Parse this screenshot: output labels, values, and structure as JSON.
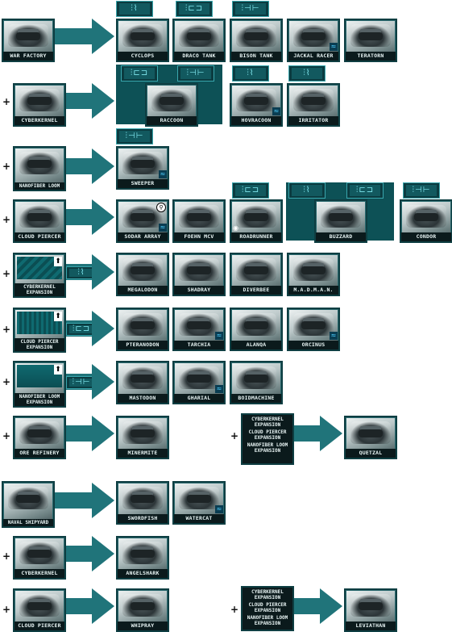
{
  "rows": [
    {
      "source": "WAR FACTORY",
      "units": [
        "CYCLOPS",
        "DRACO TANK",
        "BISON TANK",
        "JACKAL RACER",
        "TERATORN"
      ]
    },
    {
      "source": "CYBERKERNEL",
      "units": [
        "RACCOON",
        "HOVRACOON",
        "IRRITATOR"
      ]
    },
    {
      "source": "NANOFIBER LOOM",
      "units": [
        "SWEEPER"
      ]
    },
    {
      "source": "CLOUD PIERCER",
      "units": [
        "SODAR ARRAY",
        "FOEHN MCV",
        "ROADRUNNER",
        "BUZZARD",
        "CONDOR"
      ]
    },
    {
      "source": "CYBERKERNEL EXPANSION",
      "units": [
        "MEGALODON",
        "SHADRAY",
        "DIVERBEE",
        "M.A.D.M.A.N."
      ]
    },
    {
      "source": "CLOUD PIERCER EXPANSION",
      "units": [
        "PTERANODON",
        "TARCHIA",
        "ALANQA",
        "ORCINUS"
      ]
    },
    {
      "source": "NANOFIBER LOOM EXPANSION",
      "units": [
        "MASTODON",
        "GHARIAL",
        "BOIDMACHINE"
      ]
    },
    {
      "source": "ORE REFINERY",
      "units": [
        "MINERMITE"
      ],
      "combo": [
        "CYBERKERNEL EXPANSION",
        "CLOUD PIERCER EXPANSION",
        "NANOFIBER LOOM EXPANSION"
      ],
      "combo_unit": "QUETZAL"
    },
    {
      "source": "NAVAL SHIPYARD",
      "units": [
        "SWORDFISH",
        "WATERCAT"
      ]
    },
    {
      "source": "CYBERKERNEL",
      "units": [
        "ANGELSHARK"
      ]
    },
    {
      "source": "CLOUD PIERCER",
      "units": [
        "WHIPRAY"
      ],
      "combo": [
        "CYBERKERNEL EXPANSION",
        "CLOUD PIERCER EXPANSION",
        "NANOFIBER LOOM EXPANSION"
      ],
      "combo_unit": "LEVIATHAN"
    }
  ],
  "plus_sign": "+",
  "icons": {
    "amphibious": "≈",
    "upgrade_arrow": "⬆",
    "detector": "⚲",
    "stealth_eye": "◉",
    "req_glyph_a": "⫶⊏⊐",
    "req_glyph_b": "⫶⌇",
    "req_glyph_c": "⫶⊣⊢"
  },
  "colors": {
    "arrow": "#20747a",
    "band": "#0d5156",
    "label_bg": "#0b1a1c"
  }
}
